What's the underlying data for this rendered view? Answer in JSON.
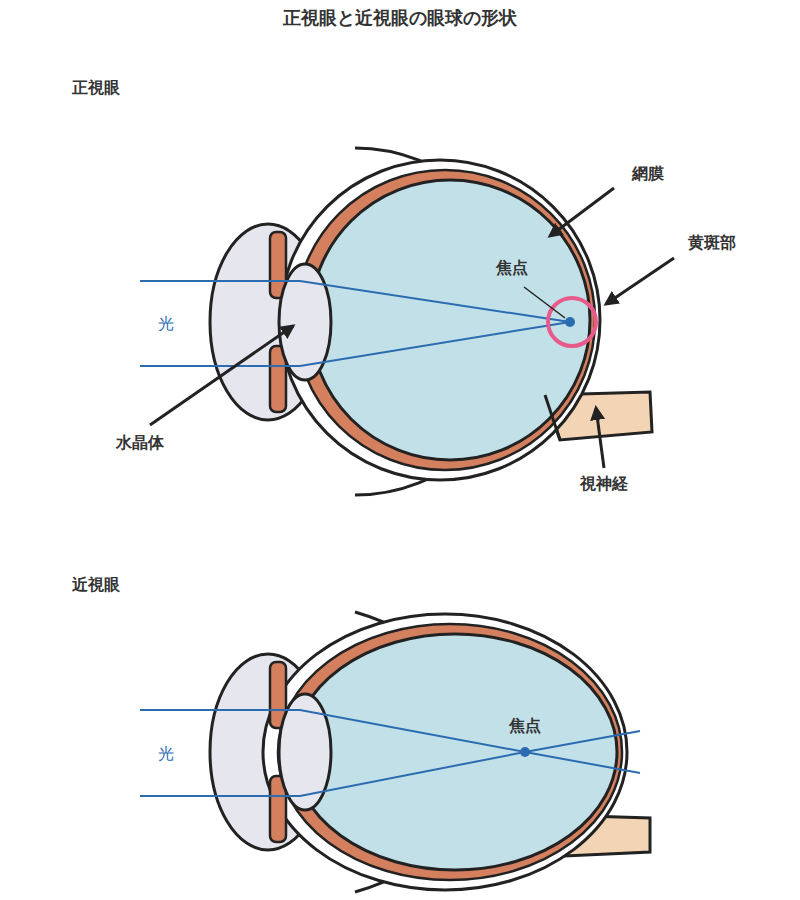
{
  "diagram": {
    "title": "正視眼と近視眼の眼球の形状",
    "labels": [
      "正視眼",
      "網膜",
      "黄斑部",
      "焦点",
      "光",
      "水晶体",
      "視神経",
      "近視眼",
      "光",
      "焦点"
    ]
  }
}
